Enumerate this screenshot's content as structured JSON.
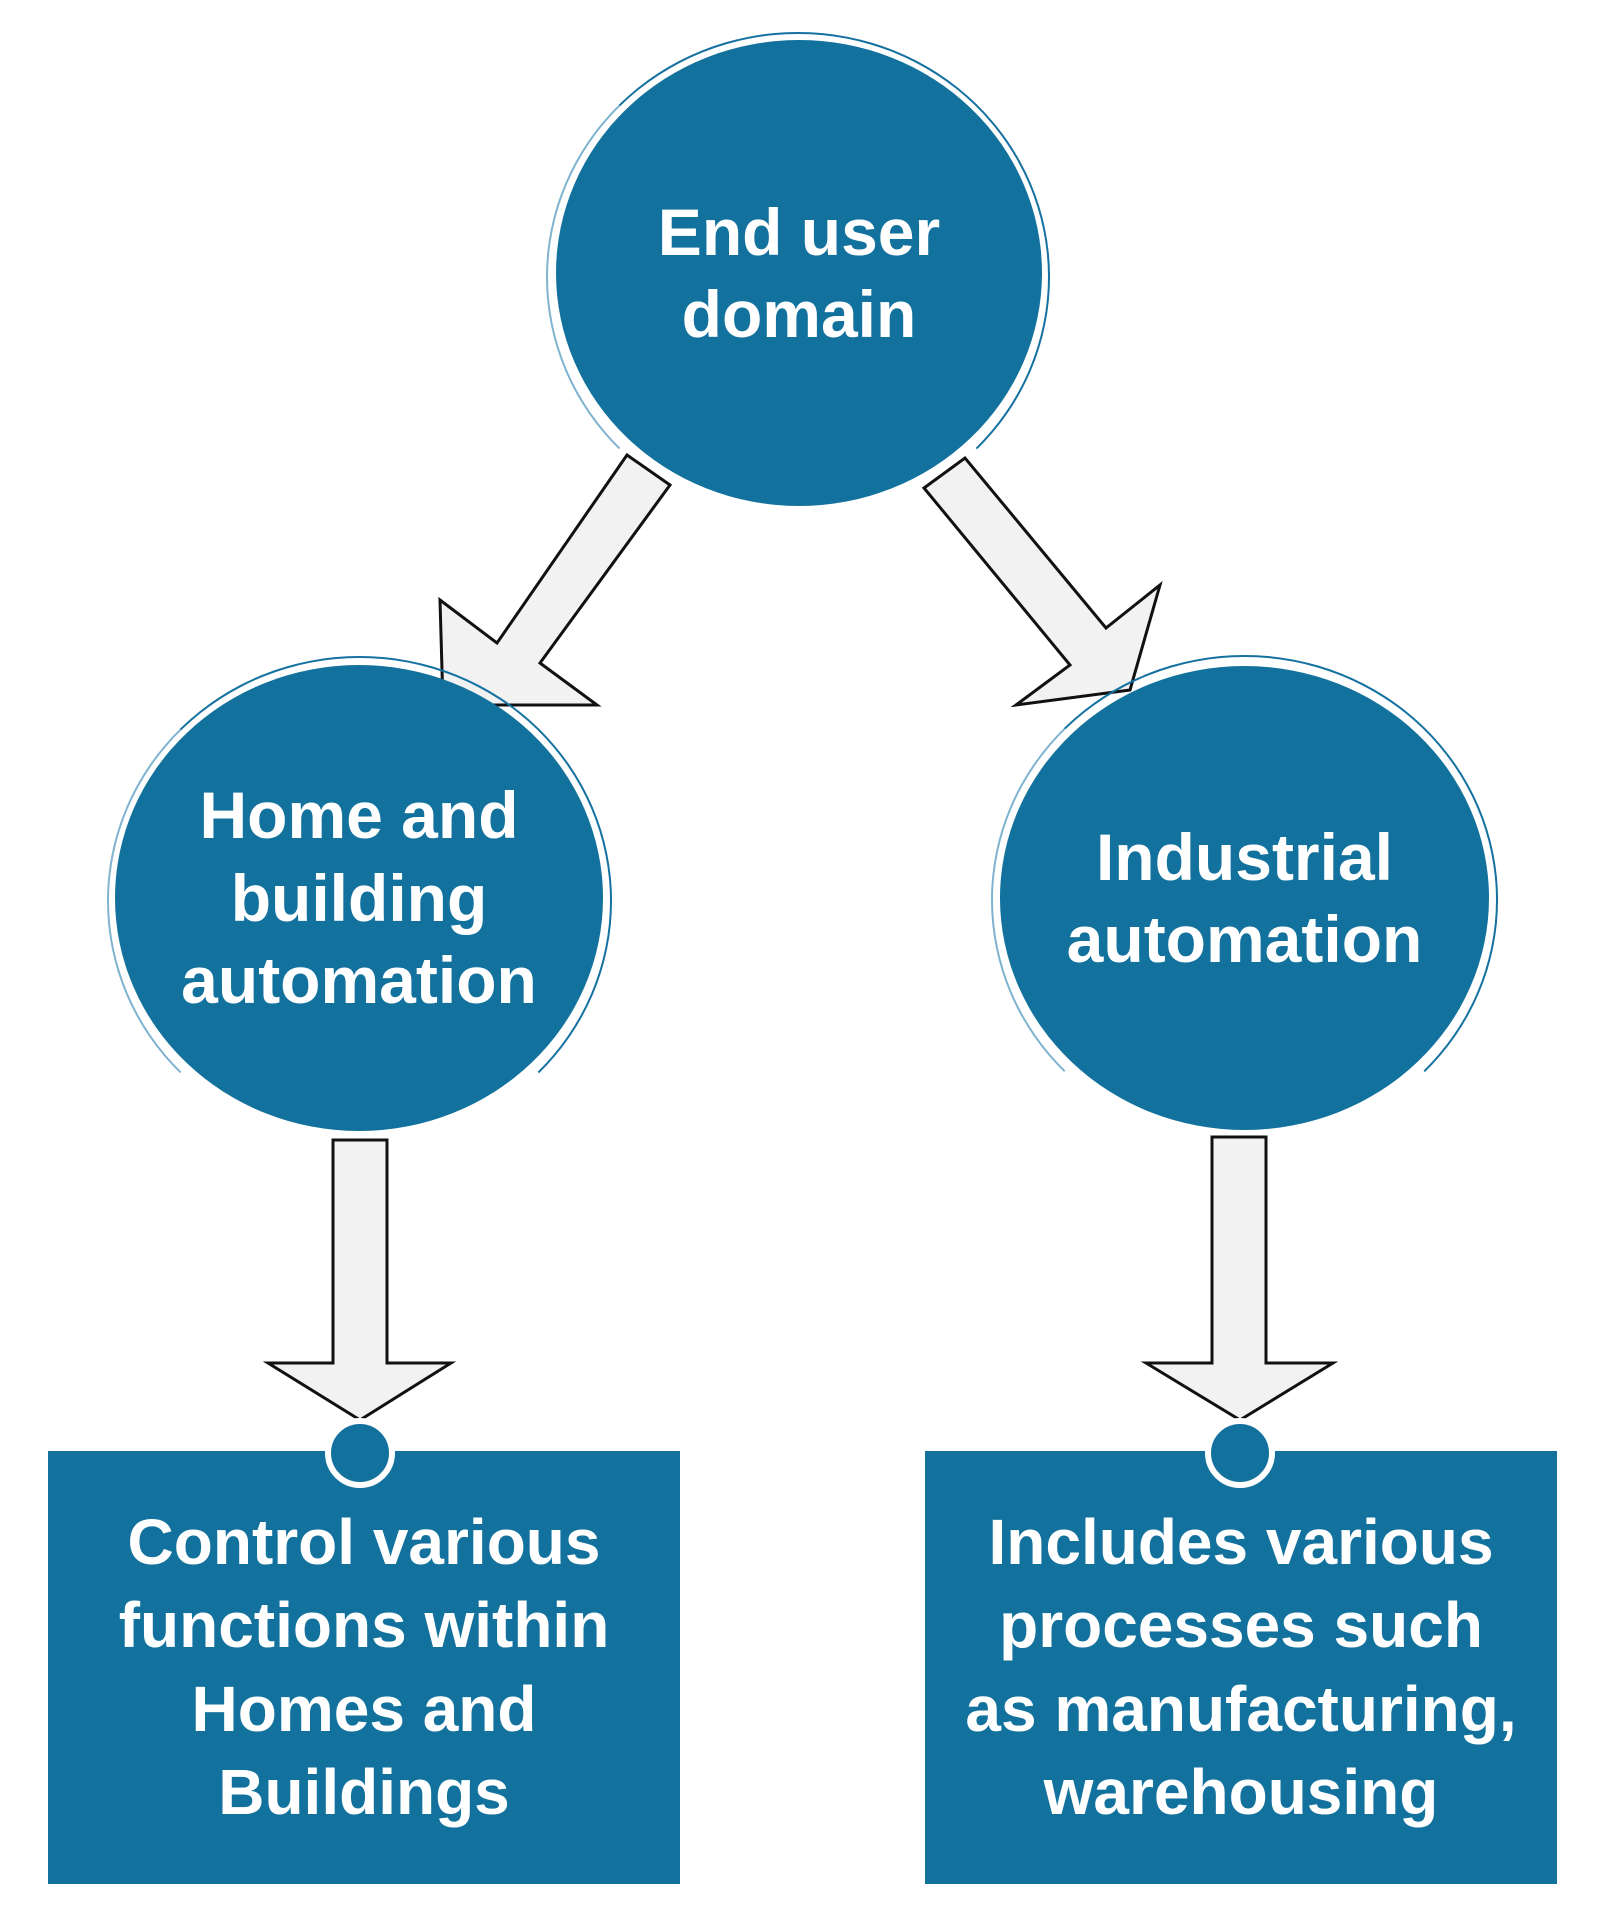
{
  "colors": {
    "node_fill": "#13729d",
    "node_text": "#ffffff",
    "arrow_fill": "#f2f2f2",
    "arrow_stroke": "#111111",
    "background": "#ffffff"
  },
  "diagram": {
    "root": {
      "label": "End user\ndomain"
    },
    "branches": [
      {
        "label": "Home and\nbuilding\nautomation",
        "description": "Control various\nfunctions within\nHomes and\nBuildings"
      },
      {
        "label": "Industrial\nautomation",
        "description": "Includes various\nprocesses such\nas manufacturing,\nwarehousing"
      }
    ]
  }
}
